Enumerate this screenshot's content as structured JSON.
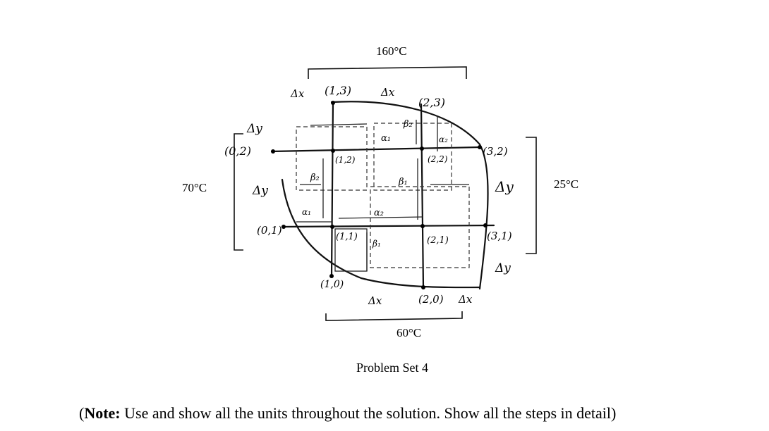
{
  "diagram": {
    "boundary_temps": {
      "top": "160°C",
      "left": "70°C",
      "right": "25°C",
      "bottom": "60°C"
    },
    "spacing": {
      "dx": "Δx",
      "dy": "Δy"
    },
    "nodes": [
      "(1,3)",
      "(2,3)",
      "(0,2)",
      "(1,2)",
      "(2,2)",
      "(3,2)",
      "(0,1)",
      "(1,1)",
      "(2,1)",
      "(3,1)",
      "(1,0)",
      "(2,0)"
    ],
    "fractions": {
      "alpha1": "α₁",
      "alpha2": "α₂",
      "beta1": "β₁",
      "beta2": "β₂"
    }
  },
  "caption": "Problem Set 4",
  "note": {
    "bold": "Note:",
    "text": " Use and show all the units throughout the solution. Show all the steps in detail)",
    "open_paren": "("
  }
}
